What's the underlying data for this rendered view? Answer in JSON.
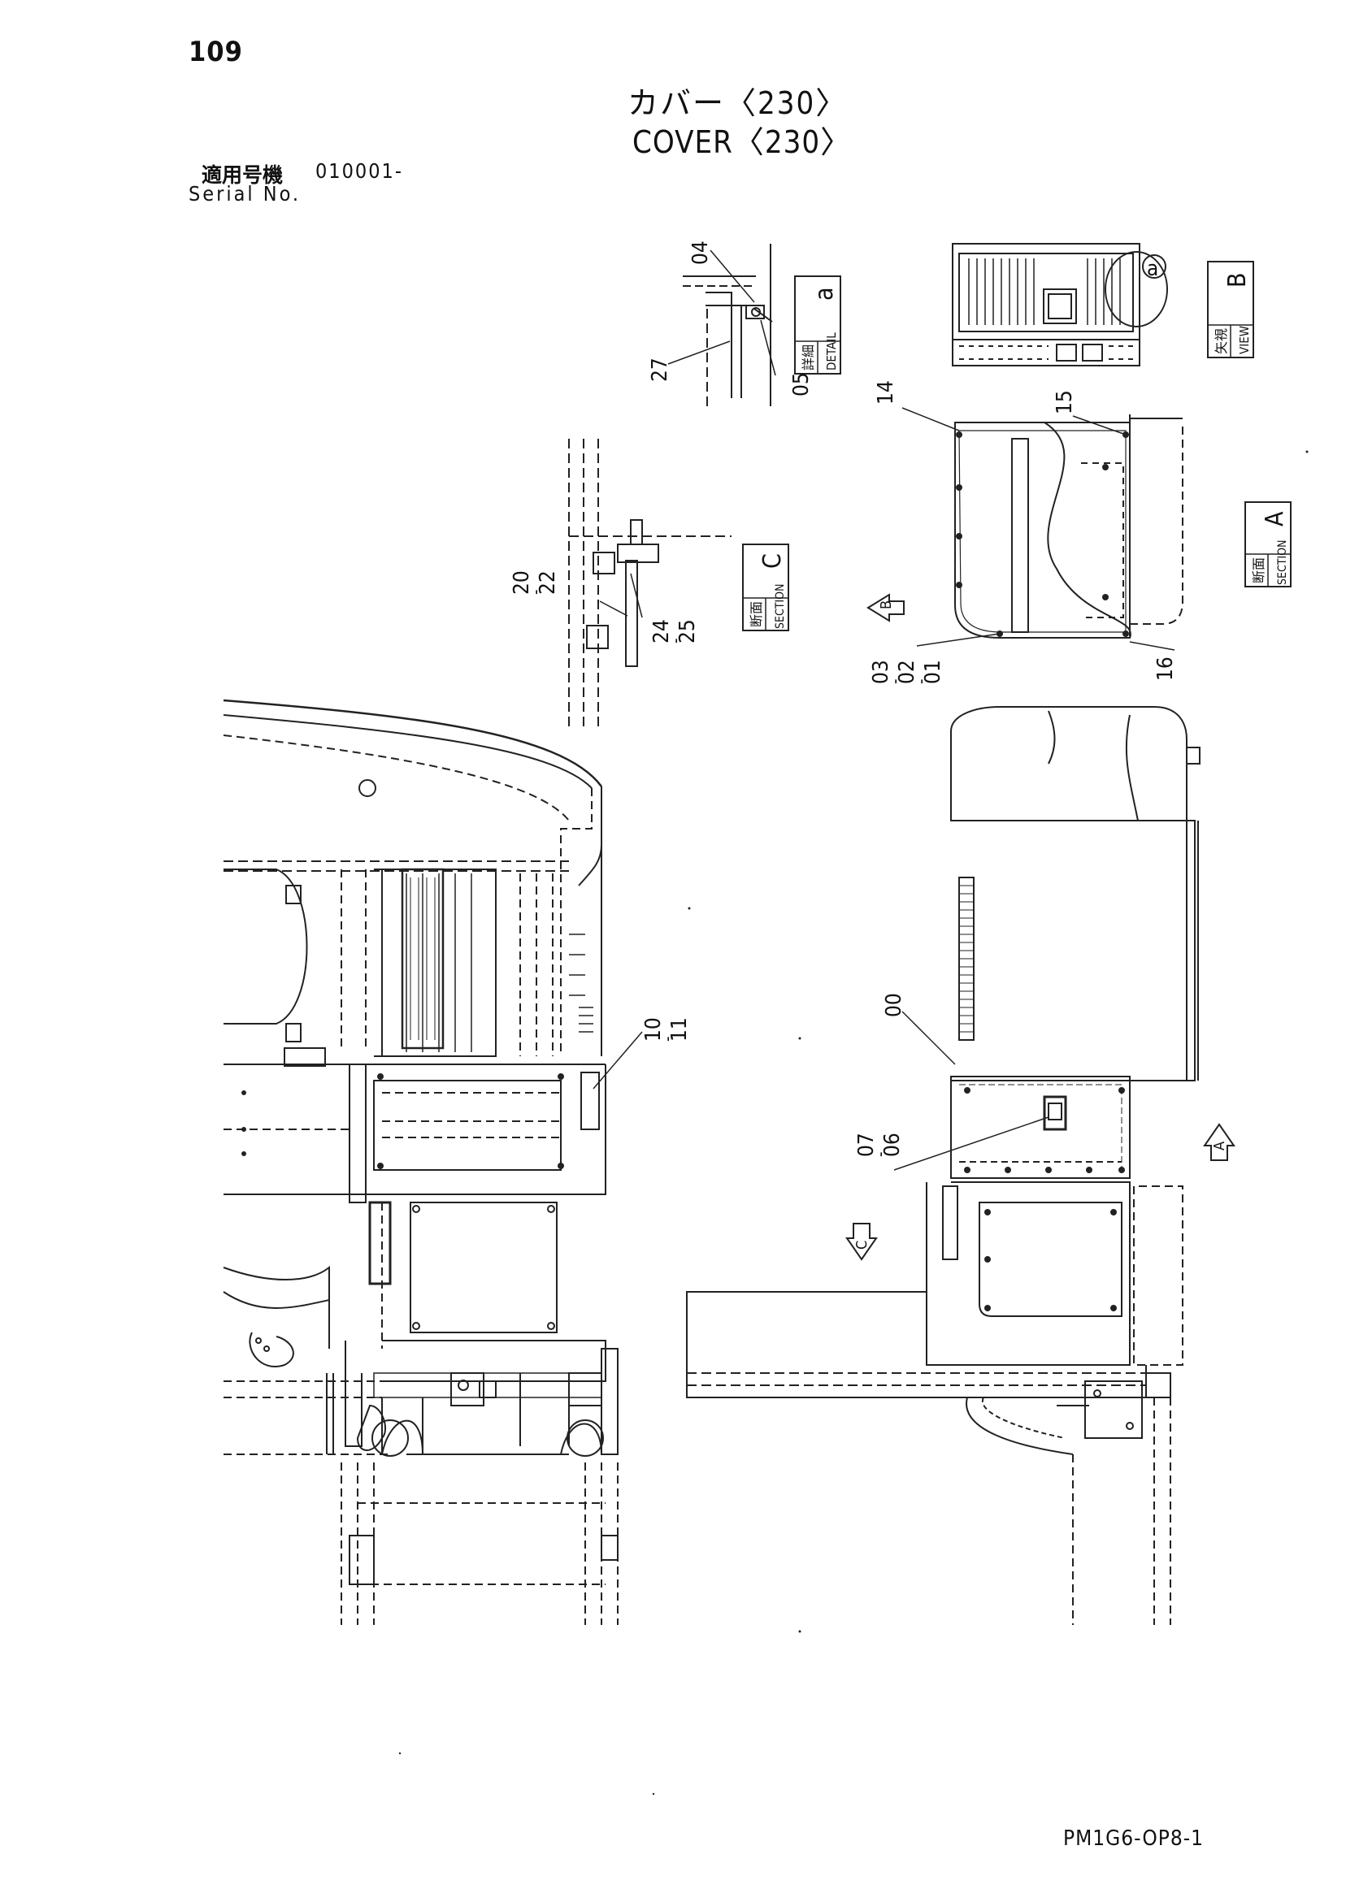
{
  "header": {
    "page_number": "109",
    "title_ja": "カバー〈230〉",
    "title_en": "COVER〈230〉"
  },
  "serial": {
    "label_ja": "適用号機",
    "label_en": "Serial No.",
    "value": "010001-"
  },
  "callouts": {
    "c04": "04",
    "c05": "05",
    "c27": "27",
    "c14": "14",
    "c15": "15",
    "c16": "16",
    "c03": "03",
    "c02": "02",
    "c01": "01",
    "c20": "20",
    "c22": "22",
    "c24": "24",
    "c25": "25",
    "c10": "10",
    "c11": "11",
    "c00": "00",
    "c07": "07",
    "c06": "06",
    "dash": "-"
  },
  "views": {
    "detail_a": {
      "ja": "詳細",
      "en": "DETAIL",
      "letter": "a"
    },
    "view_b": {
      "ja": "矢視",
      "en": "VIEW",
      "letter": "B"
    },
    "section_a": {
      "ja": "断面",
      "en": "SECTION",
      "letter": "A"
    },
    "section_c": {
      "ja": "断面",
      "en": "SECTION",
      "letter": "C"
    },
    "detail_marker": "a",
    "arrow_a": "A",
    "arrow_b": "B",
    "arrow_c": "C"
  },
  "footer": {
    "doc_code": "PM1G6-OP8-1"
  },
  "colors": {
    "line": "#222222",
    "dash": "#444444"
  }
}
